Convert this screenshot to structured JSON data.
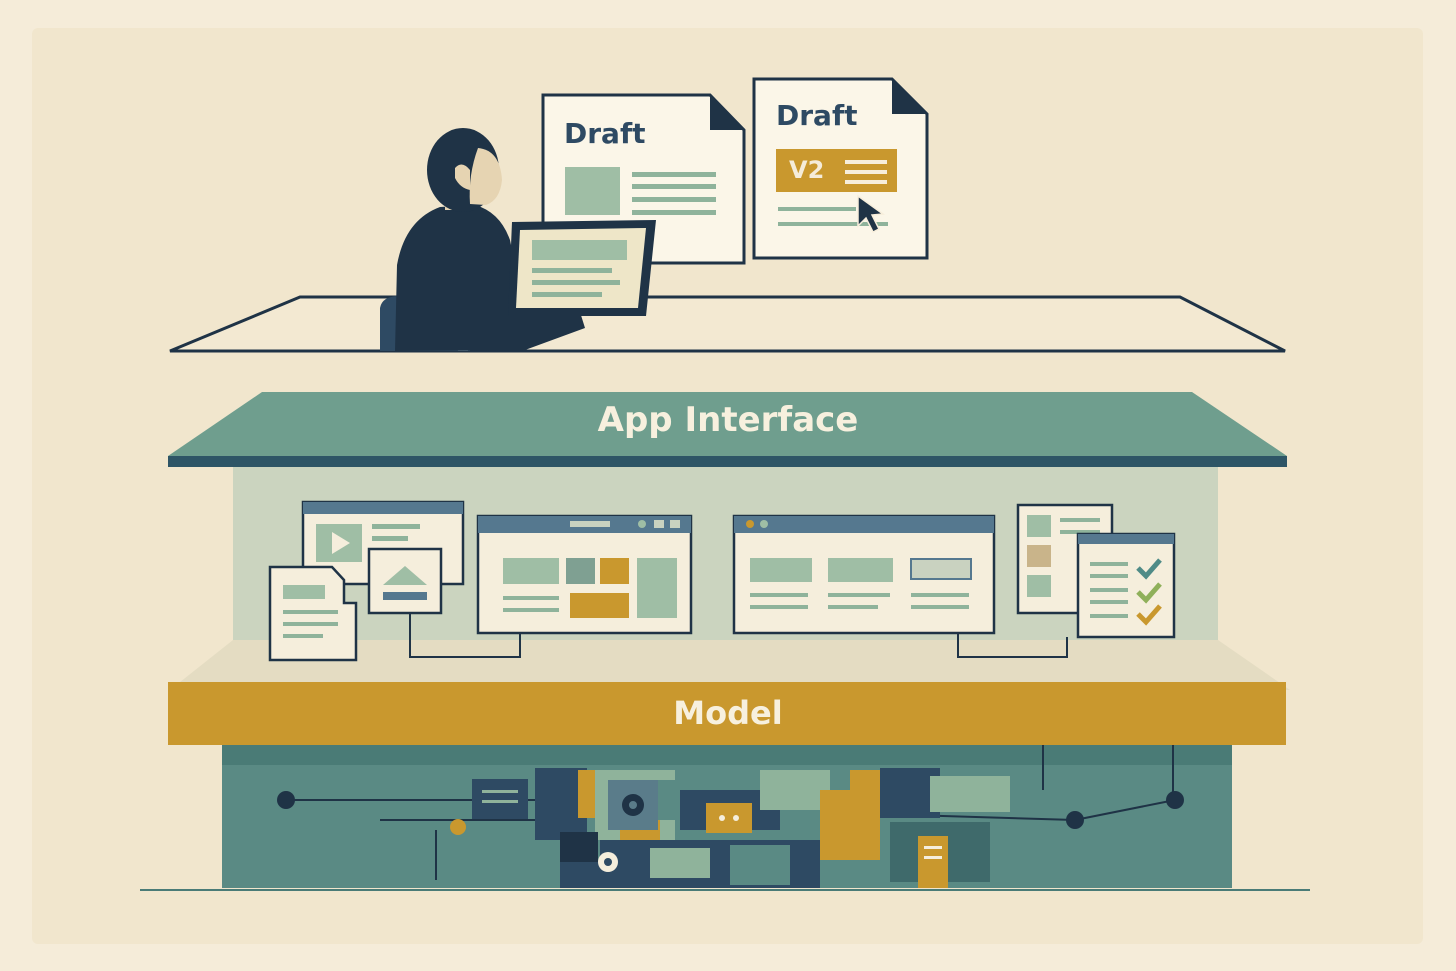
{
  "top_scene": {
    "documents": [
      {
        "title": "Draft"
      },
      {
        "title": "Draft",
        "badge": "V2"
      }
    ]
  },
  "layers": {
    "interface": {
      "label": "App Interface"
    },
    "model": {
      "label": "Model"
    }
  },
  "colors": {
    "background": "#f1e6cd",
    "interface_teal": "#6f9e8e",
    "model_gold": "#c9982e",
    "navy": "#2e4a63",
    "engine_teal": "#5a8a84"
  },
  "icons": [
    "person-icon",
    "laptop-icon",
    "cursor-icon",
    "play-icon",
    "upload-icon",
    "checkmark-icon",
    "gear-icon",
    "chat-icon"
  ]
}
